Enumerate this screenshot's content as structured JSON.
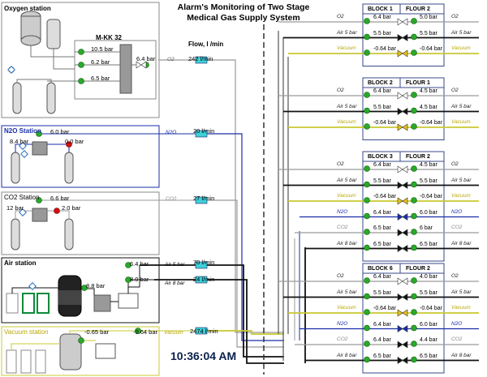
{
  "header": {
    "line1": "Alarm's Monitoring of Two Stage",
    "line2": "Medical Gas Supply System",
    "flow_label": "Flow, l /min"
  },
  "clock": "10:36:04 AM",
  "stations": {
    "oxygen": {
      "title": "Oxygen station",
      "unit": "M-KK 32",
      "pressures": [
        "10.5 bar",
        "6.2 bar",
        "6.5 bar"
      ],
      "out_pressure": "6.4 bar",
      "gas": "O2",
      "flow": "242 l/min"
    },
    "n2o": {
      "title": "N2O Station",
      "pressures": [
        "6.0 bar",
        "8.4 bar",
        "0.0 bar"
      ],
      "gas": "N2O",
      "flow": "20 l/min"
    },
    "co2": {
      "title": "CO2 Station",
      "pressures": [
        "6.6 bar",
        "12 bar",
        "2.0 bar"
      ],
      "gas": "CO2",
      "flow": "27 l/min"
    },
    "air": {
      "title": "Air station",
      "pressures": [
        "8.8 bar",
        "6.4 bar",
        "8.0 bar"
      ],
      "lines": [
        {
          "gas": "Air 5 bar",
          "flow": "70 l/min"
        },
        {
          "gas": "Air 8 bar",
          "flow": "24 l/min"
        }
      ]
    },
    "vacuum": {
      "title": "Vacuum station",
      "pressures": [
        "-0.65 bar",
        "-0.64 bar"
      ],
      "gas": "Vacuum",
      "flow": "2474 l/min"
    }
  },
  "blocks": [
    {
      "block": "BLOCK 1",
      "floor": "FLOUR 2",
      "rows": [
        {
          "gas": "O2",
          "in": "6.4 bar",
          "out": "5.0 bar"
        },
        {
          "gas": "Air 5 bar",
          "in": "5.5 bar",
          "out": "5.5 bar"
        },
        {
          "gas": "Vacuum",
          "in": "-0.64 bar",
          "out": "-0.64 bar"
        }
      ]
    },
    {
      "block": "BLOCK 2",
      "floor": "FLOUR 1",
      "rows": [
        {
          "gas": "O2",
          "in": "6.4 bar",
          "out": "4.5 bar"
        },
        {
          "gas": "Air 5 bar",
          "in": "5.5 bar",
          "out": "4.5 bar"
        },
        {
          "gas": "Vacuum",
          "in": "-0.64 bar",
          "out": "-0.64 bar"
        }
      ]
    },
    {
      "block": "BLOCK 3",
      "floor": "FLOUR 2",
      "rows": [
        {
          "gas": "O2",
          "in": "6.4 bar",
          "out": "4.5 bar"
        },
        {
          "gas": "Air 5 bar",
          "in": "5.5 bar",
          "out": "5.5 bar"
        },
        {
          "gas": "Vacuum",
          "in": "-0.64 bar",
          "out": "-0.64 bar"
        },
        {
          "gas": "N2O",
          "in": "6.4 bar",
          "out": "6.0 bar"
        },
        {
          "gas": "CO2",
          "in": "6.5 bar",
          "out": "6 bar"
        },
        {
          "gas": "Air 8 bar",
          "in": "6.5 bar",
          "out": "6.5 bar"
        }
      ]
    },
    {
      "block": "BLOCK 6",
      "floor": "FLOUR 2",
      "rows": [
        {
          "gas": "O2",
          "in": "6.4 bar",
          "out": "4.0 bar"
        },
        {
          "gas": "Air 5 bar",
          "in": "5.5 bar",
          "out": "5.5 bar"
        },
        {
          "gas": "Vacuum",
          "in": "-0.64 bar",
          "out": "-0.64 bar"
        },
        {
          "gas": "N2O",
          "in": "6.4 bar",
          "out": "6.0 bar"
        },
        {
          "gas": "CO2",
          "in": "6.4 bar",
          "out": "4.4 bar"
        },
        {
          "gas": "Air 8 bar",
          "in": "6.5 bar",
          "out": "6.5 bar"
        }
      ]
    }
  ],
  "colors": {
    "o2": "#9a9a9a",
    "air5": "#111111",
    "air8": "#111111",
    "vacuum": "#c8c832",
    "n2o": "#1a2ea8",
    "co2": "#9a9a9a",
    "gauge": "#2aa82a",
    "alarm": "#d01010",
    "meter": "#40d0d8"
  }
}
